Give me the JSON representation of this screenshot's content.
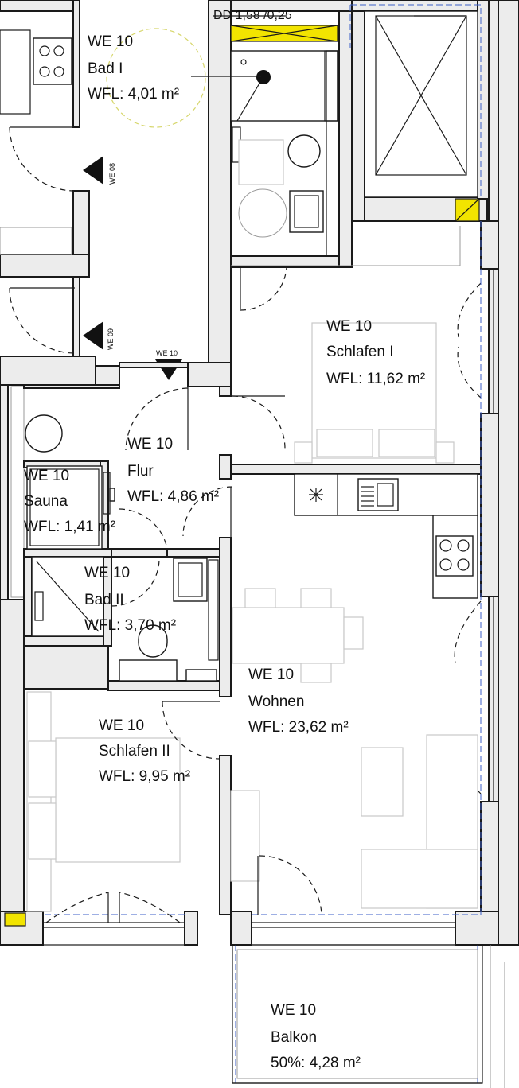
{
  "annotation_dd": "DD 1,58 /0,25",
  "stair_markers": [
    "WE 08",
    "WE 09",
    "WE 10"
  ],
  "rooms": [
    {
      "id": "bad1",
      "unit": "WE 10",
      "name": "Bad I",
      "area": "WFL: 4,01 m²"
    },
    {
      "id": "schlafen1",
      "unit": "WE 10",
      "name": "Schlafen I",
      "area": "WFL: 11,62 m²"
    },
    {
      "id": "flur",
      "unit": "WE 10",
      "name": "Flur",
      "area": "WFL: 4,86 m²"
    },
    {
      "id": "sauna",
      "unit": "WE 10",
      "name": "Sauna",
      "area": "WFL: 1,41 m²"
    },
    {
      "id": "bad2",
      "unit": "WE 10",
      "name": "Bad II",
      "area": "WFL: 3,70 m²"
    },
    {
      "id": "wohnen",
      "unit": "WE 10",
      "name": "Wohnen",
      "area": "WFL: 23,62 m²"
    },
    {
      "id": "schlafen2",
      "unit": "WE 10",
      "name": "Schlafen II",
      "area": "WFL: 9,95 m²"
    },
    {
      "id": "balkon",
      "unit": "WE 10",
      "name": "Balkon",
      "area": "50%: 4,28 m²"
    }
  ]
}
